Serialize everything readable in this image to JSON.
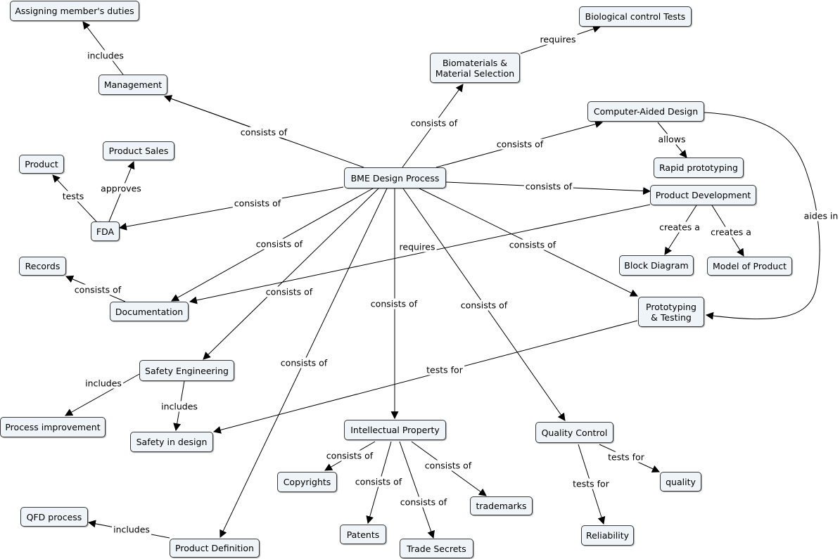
{
  "nodes": {
    "bme": "BME Design Process",
    "assigning": "Assigning member's duties",
    "management": "Management",
    "biomaterials": "Biomaterials &\nMaterial Selection",
    "biotests": "Biological control Tests",
    "cad": "Computer-Aided Design",
    "rapid": "Rapid prototyping",
    "productdev": "Product Development",
    "blockdiagram": "Block Diagram",
    "model": "Model of Product",
    "product": "Product",
    "sales": "Product Sales",
    "fda": "FDA",
    "records": "Records",
    "documentation": "Documentation",
    "prototyping": "Prototyping\n& Testing",
    "safetyeng": "Safety Engineering",
    "processimp": "Process improvement",
    "safetydesign": "Safety in design",
    "ip": "Intellectual Property",
    "copyrights": "Copyrights",
    "patents": "Patents",
    "tradesecrets": "Trade Secrets",
    "trademarks": "trademarks",
    "qc": "Quality Control",
    "quality": "quality",
    "reliability": "Reliability",
    "qfd": "QFD process",
    "productdef": "Product Definition"
  },
  "edge_labels": {
    "includes_mgmt": "includes",
    "consists_mgmt": "consists of",
    "consists_bio": "consists of",
    "requires_bio": "requires",
    "consists_cad": "consists of",
    "allows": "allows",
    "aides": "aides in",
    "consists_pd": "consists of",
    "creates1": "creates a",
    "creates2": "creates a",
    "tests": "tests",
    "approves": "approves",
    "consists_fda": "consists of",
    "consists_doc": "consists of",
    "requires_doc": "requires",
    "consists_records": "consists of",
    "consists_proto": "consists of",
    "consists_safety": "consists of",
    "includes_proc": "includes",
    "includes_safe": "includes",
    "tests_for_safe": "tests for",
    "consists_pdef": "consists of",
    "consists_ip": "consists of",
    "consists_qc": "consists of",
    "consists_copy": "consists of",
    "consists_pat": "consists of",
    "consists_trade": "consists of",
    "consists_tm": "consists of",
    "tests_for_q": "tests for",
    "tests_for_r": "tests for",
    "includes_qfd": "includes"
  }
}
